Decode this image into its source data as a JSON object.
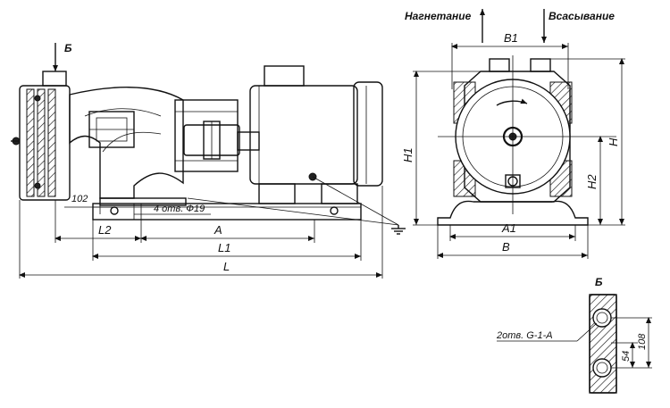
{
  "labels": {
    "discharge": "Нагнетание",
    "suction": "Всасывание",
    "view_marker_top": "Б",
    "view_marker_detail": "Б",
    "dim_102": "102",
    "holes_base": "4 отв. Ф19",
    "L2": "L2",
    "A": "A",
    "L1": "L1",
    "L": "L",
    "B1": "B1",
    "A1": "A1",
    "B": "B",
    "H": "H",
    "H1": "H1",
    "H2": "H2",
    "holes_flange": "2отв. G-1-A",
    "dim_108": "108",
    "dim_54": "54"
  }
}
